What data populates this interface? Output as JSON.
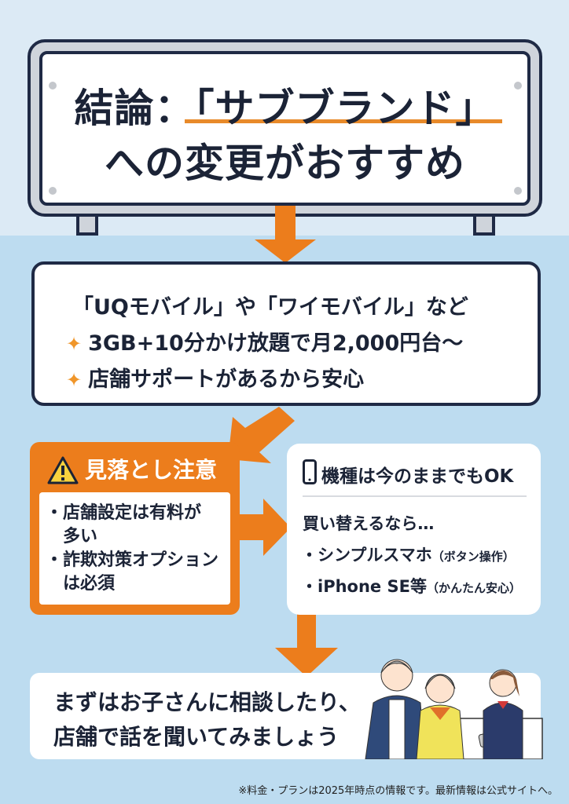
{
  "sign": {
    "title_line1_prefix": "結論：",
    "title_line1_highlight": "「サブブランド」",
    "title_line2": "への変更がおすすめ"
  },
  "summary": {
    "heading": "「UQモバイル」や「ワイモバイル」など",
    "points": [
      "3GB+10分かけ放題で月2,000円台〜",
      "店舗サポートがあるから安心"
    ],
    "icon": "sparkle-icon"
  },
  "warning": {
    "title": "見落とし注意",
    "icon": "warning-icon",
    "items": [
      "・店舗設定は有料が",
      "　多い",
      "・詐欺対策オプション",
      "　は必須"
    ]
  },
  "device": {
    "title": "機種は今のままでもOK",
    "icon": "smartphone-icon",
    "subheading": "買い替えるなら…",
    "items": [
      {
        "label": "・シンプルスマホ",
        "note": "（ボタン操作）"
      },
      {
        "label": "・iPhone SE等",
        "note": "（かんたん安心）"
      }
    ]
  },
  "advice": {
    "line1": "まずはお子さんに相談したり、",
    "line2": "店舗で話を聞いてみましょう"
  },
  "footnote": "※料金・プランは2025年時点の情報です。最新情報は公式サイトへ。",
  "colors": {
    "accent": "#ec7d1c",
    "navy": "#1f2a45",
    "sky": "#bddcf0"
  }
}
